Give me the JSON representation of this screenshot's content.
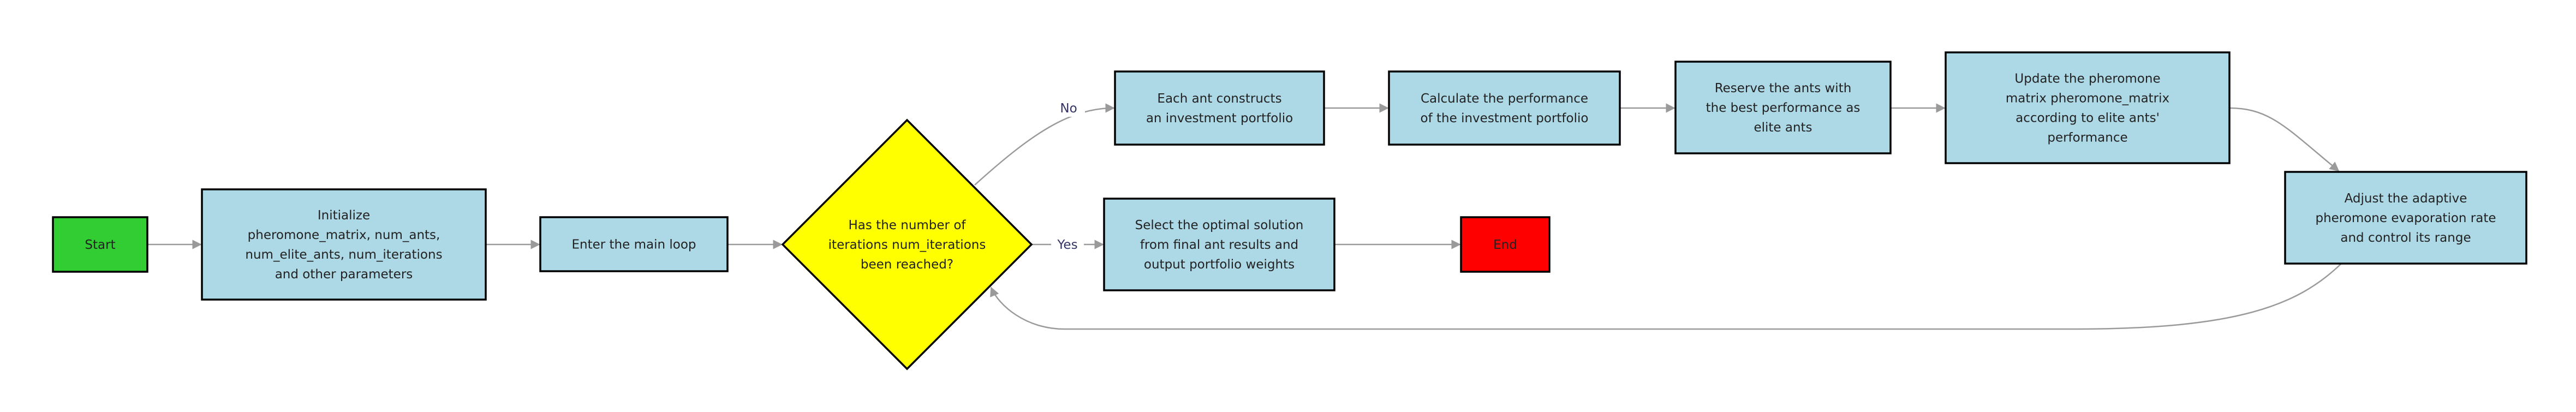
{
  "colors": {
    "start_fill": "#32cd32",
    "process_fill": "#add8e6",
    "decision_fill": "#ffff00",
    "end_fill": "#ff0000",
    "border": "#000000",
    "edge": "#9a9a9a",
    "edge_label": "#333366"
  },
  "nodes": {
    "start": {
      "shape": "rectangle",
      "lines": [
        "Start"
      ]
    },
    "init": {
      "shape": "rectangle",
      "lines": [
        "Initialize",
        "pheromone_matrix, num_ants,",
        "num_elite_ants, num_iterations",
        "and other parameters"
      ]
    },
    "loop": {
      "shape": "rectangle",
      "lines": [
        "Enter the main loop"
      ]
    },
    "decision": {
      "shape": "diamond",
      "lines": [
        "Has the number of",
        "iterations num_iterations",
        "been reached?"
      ]
    },
    "construct": {
      "shape": "rectangle",
      "lines": [
        "Each ant constructs",
        "an investment portfolio"
      ]
    },
    "calc": {
      "shape": "rectangle",
      "lines": [
        "Calculate the performance",
        "of the investment portfolio"
      ]
    },
    "reserve": {
      "shape": "rectangle",
      "lines": [
        "Reserve the ants with",
        "the best performance as",
        "elite ants"
      ]
    },
    "update": {
      "shape": "rectangle",
      "lines": [
        "Update the pheromone",
        "matrix pheromone_matrix",
        "according to elite ants'",
        "performance"
      ]
    },
    "adjust": {
      "shape": "rectangle",
      "lines": [
        "Adjust the adaptive",
        "pheromone evaporation rate",
        "and control its range"
      ]
    },
    "select": {
      "shape": "rectangle",
      "lines": [
        "Select the optimal solution",
        "from final ant results and",
        "output portfolio weights"
      ]
    },
    "end": {
      "shape": "rectangle",
      "lines": [
        "End"
      ]
    }
  },
  "edges": [
    {
      "from": "start",
      "to": "init",
      "label": ""
    },
    {
      "from": "init",
      "to": "loop",
      "label": ""
    },
    {
      "from": "loop",
      "to": "decision",
      "label": ""
    },
    {
      "from": "decision",
      "to": "construct",
      "label": "No"
    },
    {
      "from": "decision",
      "to": "select",
      "label": "Yes"
    },
    {
      "from": "construct",
      "to": "calc",
      "label": ""
    },
    {
      "from": "calc",
      "to": "reserve",
      "label": ""
    },
    {
      "from": "reserve",
      "to": "update",
      "label": ""
    },
    {
      "from": "update",
      "to": "adjust",
      "label": ""
    },
    {
      "from": "adjust",
      "to": "decision",
      "label": ""
    },
    {
      "from": "select",
      "to": "end",
      "label": ""
    }
  ]
}
